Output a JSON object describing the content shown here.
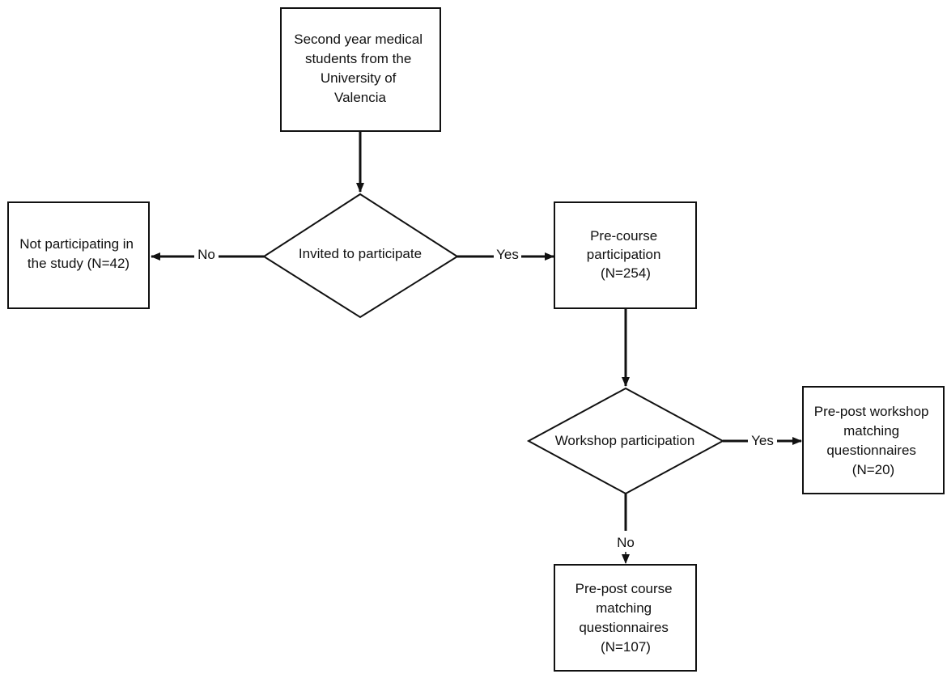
{
  "diagram": {
    "nodes": {
      "students": {
        "lines": [
          "Second year medical",
          "students from the",
          "University of",
          "Valencia"
        ]
      },
      "invited": {
        "lines": [
          "Invited to participate"
        ]
      },
      "not_participating": {
        "lines": [
          "Not participating in",
          "the study (N=42)"
        ]
      },
      "precourse": {
        "lines": [
          "Pre-course",
          "participation",
          "(N=254)"
        ]
      },
      "workshop": {
        "lines": [
          "Workshop participation"
        ]
      },
      "prepost_workshop": {
        "lines": [
          "Pre-post workshop",
          "matching",
          "questionnaires",
          "(N=20)"
        ]
      },
      "prepost_course": {
        "lines": [
          "Pre-post course",
          "matching",
          "questionnaires",
          "(N=107)"
        ]
      }
    },
    "edge_labels": {
      "invited_no": "No",
      "invited_yes": "Yes",
      "workshop_yes": "Yes",
      "workshop_no": "No"
    },
    "colors": {
      "stroke": "#111111",
      "fill": "#ffffff",
      "text": "#111111"
    }
  }
}
